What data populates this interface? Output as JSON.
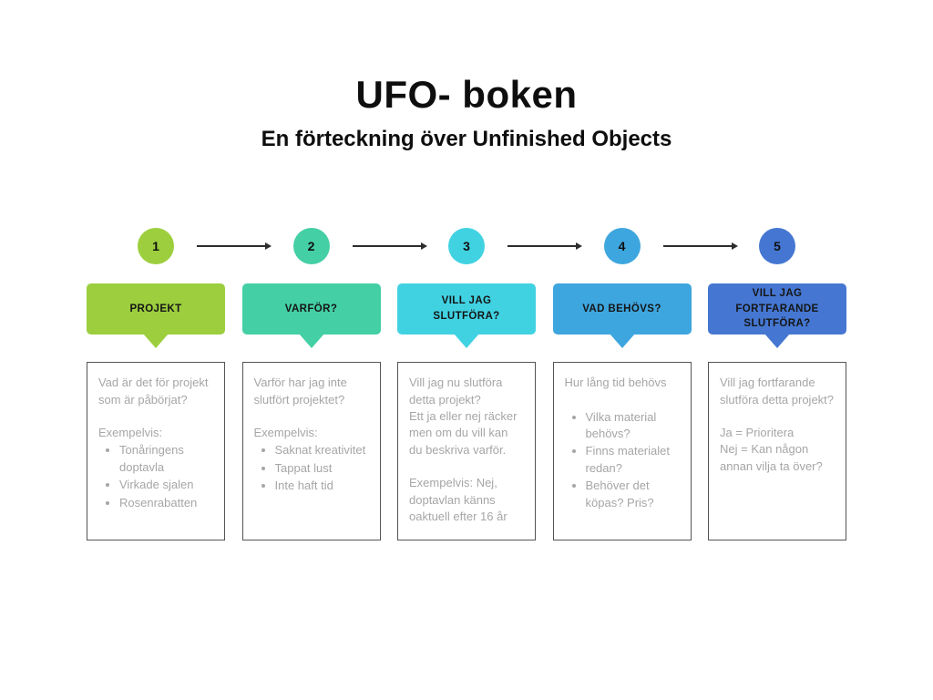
{
  "title": "UFO- boken",
  "subtitle": "En förteckning över Unfinished Objects",
  "colors": {
    "heading_text": "#151515",
    "body_text": "#a6a6a6",
    "box_border": "#555555",
    "arrow": "#2d2d2d"
  },
  "columns": [
    {
      "number": "1",
      "color": "#9cce3e",
      "header": "PROJEKT",
      "blocks": [
        {
          "type": "text",
          "text": "Vad är det för projekt som är påbörjat?"
        },
        {
          "type": "spacer"
        },
        {
          "type": "text",
          "text": "Exempelvis:"
        },
        {
          "type": "bullets",
          "items": [
            "Tonåringens doptavla",
            "Virkade sjalen",
            "Rosenrabatten"
          ]
        }
      ]
    },
    {
      "number": "2",
      "color": "#44cfa4",
      "header": "VARFÖR?",
      "blocks": [
        {
          "type": "text",
          "text": "Varför har jag inte slutfört projektet?"
        },
        {
          "type": "spacer"
        },
        {
          "type": "text",
          "text": "Exempelvis:"
        },
        {
          "type": "bullets",
          "items": [
            "Saknat kreativitet",
            "Tappat lust",
            "Inte haft tid"
          ]
        }
      ]
    },
    {
      "number": "3",
      "color": "#41d2e2",
      "header": "VILL JAG SLUTFÖRA?",
      "blocks": [
        {
          "type": "text",
          "text": "Vill jag nu slutföra detta projekt?"
        },
        {
          "type": "text",
          "text": "Ett ja eller nej räcker men om du vill kan du beskriva varför."
        },
        {
          "type": "spacer"
        },
        {
          "type": "text",
          "text": "Exempelvis: Nej, doptavlan känns oaktuell efter 16 år"
        }
      ]
    },
    {
      "number": "4",
      "color": "#3ea6df",
      "header": "VAD BEHÖVS?",
      "blocks": [
        {
          "type": "text",
          "text": "Hur lång tid behövs"
        },
        {
          "type": "spacer"
        },
        {
          "type": "bullets",
          "items": [
            "Vilka material behövs?",
            "Finns materialet redan?",
            "Behöver det köpas? Pris?"
          ]
        }
      ]
    },
    {
      "number": "5",
      "color": "#4577d2",
      "header": "VILL JAG FORTFARANDE SLUTFÖRA?",
      "blocks": [
        {
          "type": "text",
          "text": "Vill jag fortfarande slutföra detta projekt?"
        },
        {
          "type": "spacer"
        },
        {
          "type": "text",
          "text": "Ja = Prioritera"
        },
        {
          "type": "text",
          "text": "Nej = Kan någon annan vilja ta över?"
        }
      ]
    }
  ]
}
